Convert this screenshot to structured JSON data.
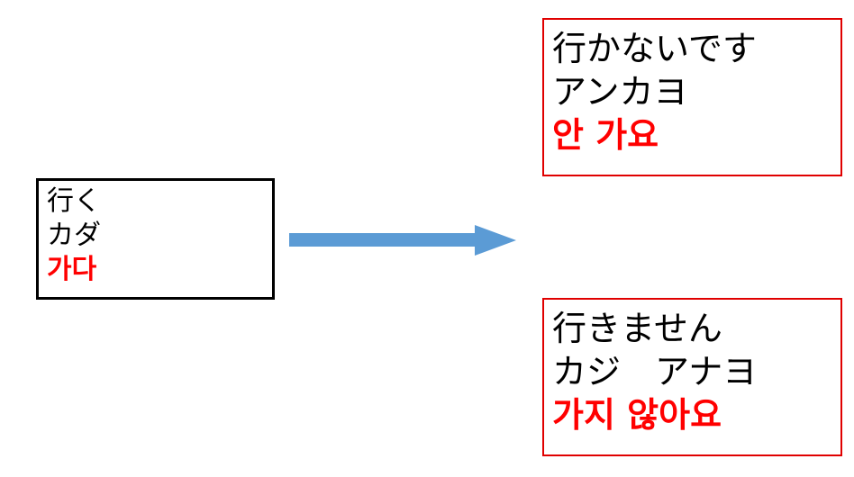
{
  "diagram": {
    "title": "Korean verb negation forms from Japanese base",
    "accent_blue": "#5B9BD5",
    "highlight_red": "#FF0000",
    "border_red": "#E00000",
    "border_black": "#000000"
  },
  "base_box": {
    "name": "base-form",
    "border_color": "#000000",
    "lines": [
      {
        "text": "行く",
        "script": "japanese",
        "color": "#000000"
      },
      {
        "text": "カダ",
        "script": "katakana",
        "color": "#000000"
      },
      {
        "text": "가다",
        "script": "korean",
        "color": "#FF0000"
      }
    ]
  },
  "result_boxes": [
    {
      "name": "negative-polite",
      "border_color": "#E00000",
      "lines": [
        {
          "text": "行かないです",
          "script": "japanese",
          "color": "#000000"
        },
        {
          "text": "アンカヨ",
          "script": "katakana",
          "color": "#000000"
        },
        {
          "text": "안 가요",
          "script": "korean",
          "color": "#FF0000"
        }
      ]
    },
    {
      "name": "negative-formal",
      "border_color": "#E00000",
      "lines": [
        {
          "text": "行きません",
          "script": "japanese",
          "color": "#000000"
        },
        {
          "text": "カジ　アナヨ",
          "script": "katakana",
          "color": "#000000"
        },
        {
          "text": "가지 않아요",
          "script": "korean",
          "color": "#FF0000"
        }
      ]
    }
  ],
  "arrow": {
    "name": "transformation-arrow",
    "color": "#5B9BD5",
    "direction": "right"
  }
}
